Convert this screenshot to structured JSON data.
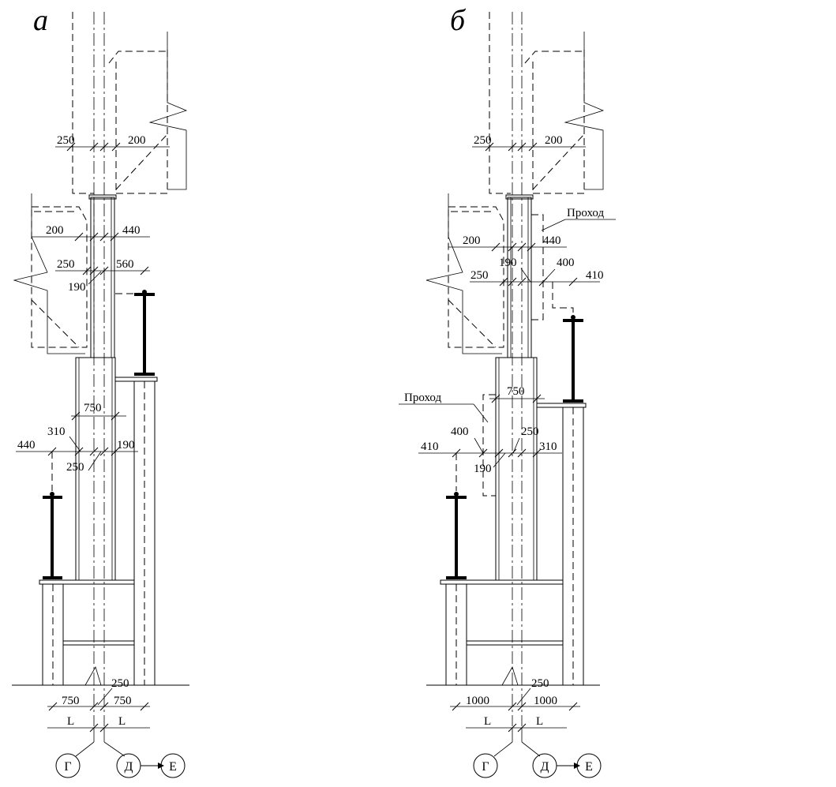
{
  "variants": [
    {
      "label": "а",
      "dims": [
        "250",
        "200",
        "200",
        "440",
        "250",
        "560",
        "190",
        "750",
        "310",
        "440",
        "190",
        "250",
        "750",
        "250",
        "750",
        "L",
        "L"
      ],
      "axes": [
        "Г",
        "Д",
        "Е"
      ]
    },
    {
      "label": "б",
      "dims": [
        "250",
        "200",
        "200",
        "440",
        "190",
        "400",
        "250",
        "410",
        "750",
        "400",
        "250",
        "410",
        "310",
        "190",
        "1000",
        "250",
        "1000",
        "L",
        "L"
      ],
      "axes": [
        "Г",
        "Д",
        "Е"
      ],
      "notes": [
        "Проход",
        "Проход"
      ]
    }
  ]
}
